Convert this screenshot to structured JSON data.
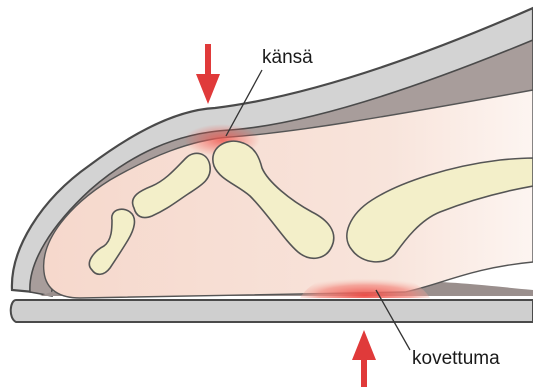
{
  "diagram": {
    "labels": {
      "callus": "känsä",
      "corn": "kovettuma"
    },
    "arrows": {
      "top": {
        "direction": "down",
        "color": "#e03a3a"
      },
      "bottom": {
        "direction": "up",
        "color": "#e03a3a"
      }
    },
    "colors": {
      "skin": "#f7ddd2",
      "skin_light": "#fbeee7",
      "bone": "#f3efc9",
      "bone_outline": "#555555",
      "shoe_outer": "#c9c9c9",
      "shoe_inner": "#a59a98",
      "sole": "#c6c6c6",
      "hotspot": "#ef5a52"
    }
  }
}
